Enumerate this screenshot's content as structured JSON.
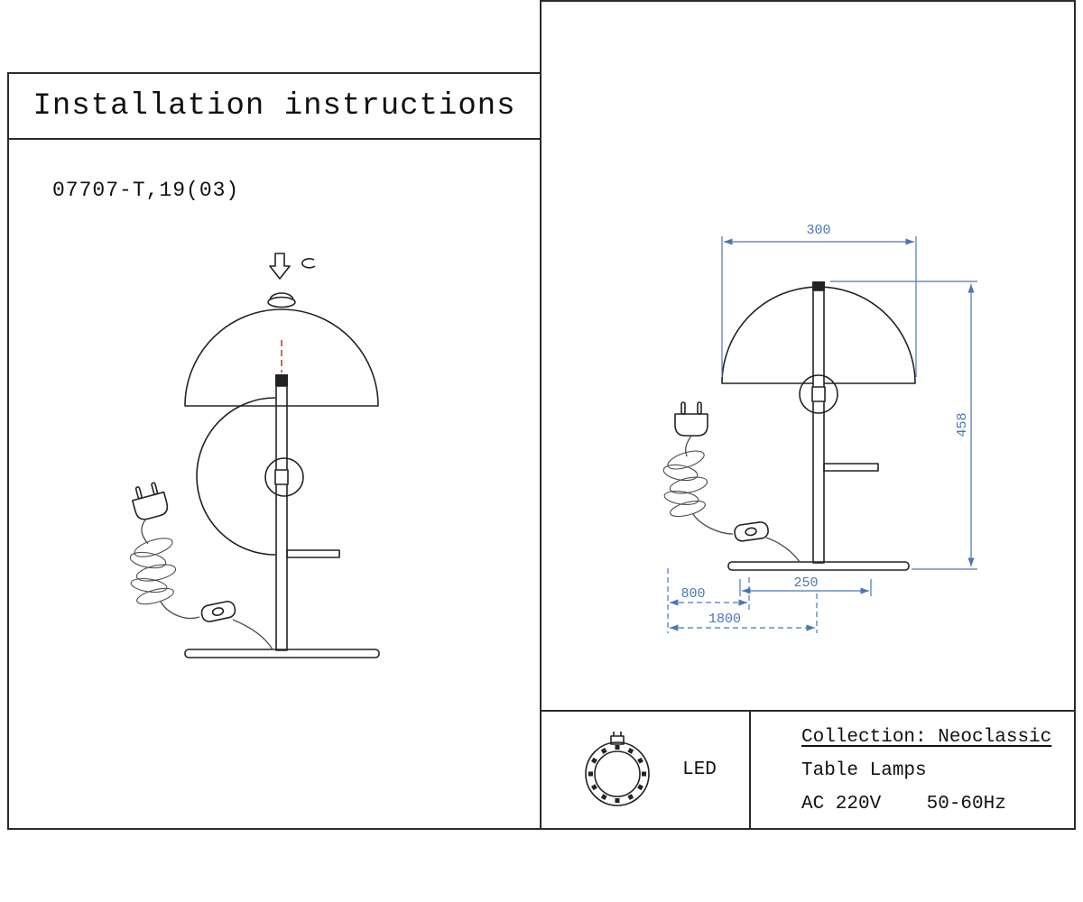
{
  "header": {
    "title": "Installation instructions"
  },
  "model_number": "07707-T,19(03)",
  "diagram": {
    "dim_shade_width": "300",
    "dim_height": "458",
    "dim_base": "250",
    "dim_cord_to_switch": "800",
    "dim_cord_total": "1800"
  },
  "spec": {
    "led": "LED",
    "collection": "Collection: Neoclassic",
    "category": "Table Lamps",
    "power": "AC 220V    50-60Hz"
  },
  "colors": {
    "line": "#2b2b2b",
    "ink": "#222222",
    "dim": "#4a76b8",
    "axis": "#e0342c"
  }
}
